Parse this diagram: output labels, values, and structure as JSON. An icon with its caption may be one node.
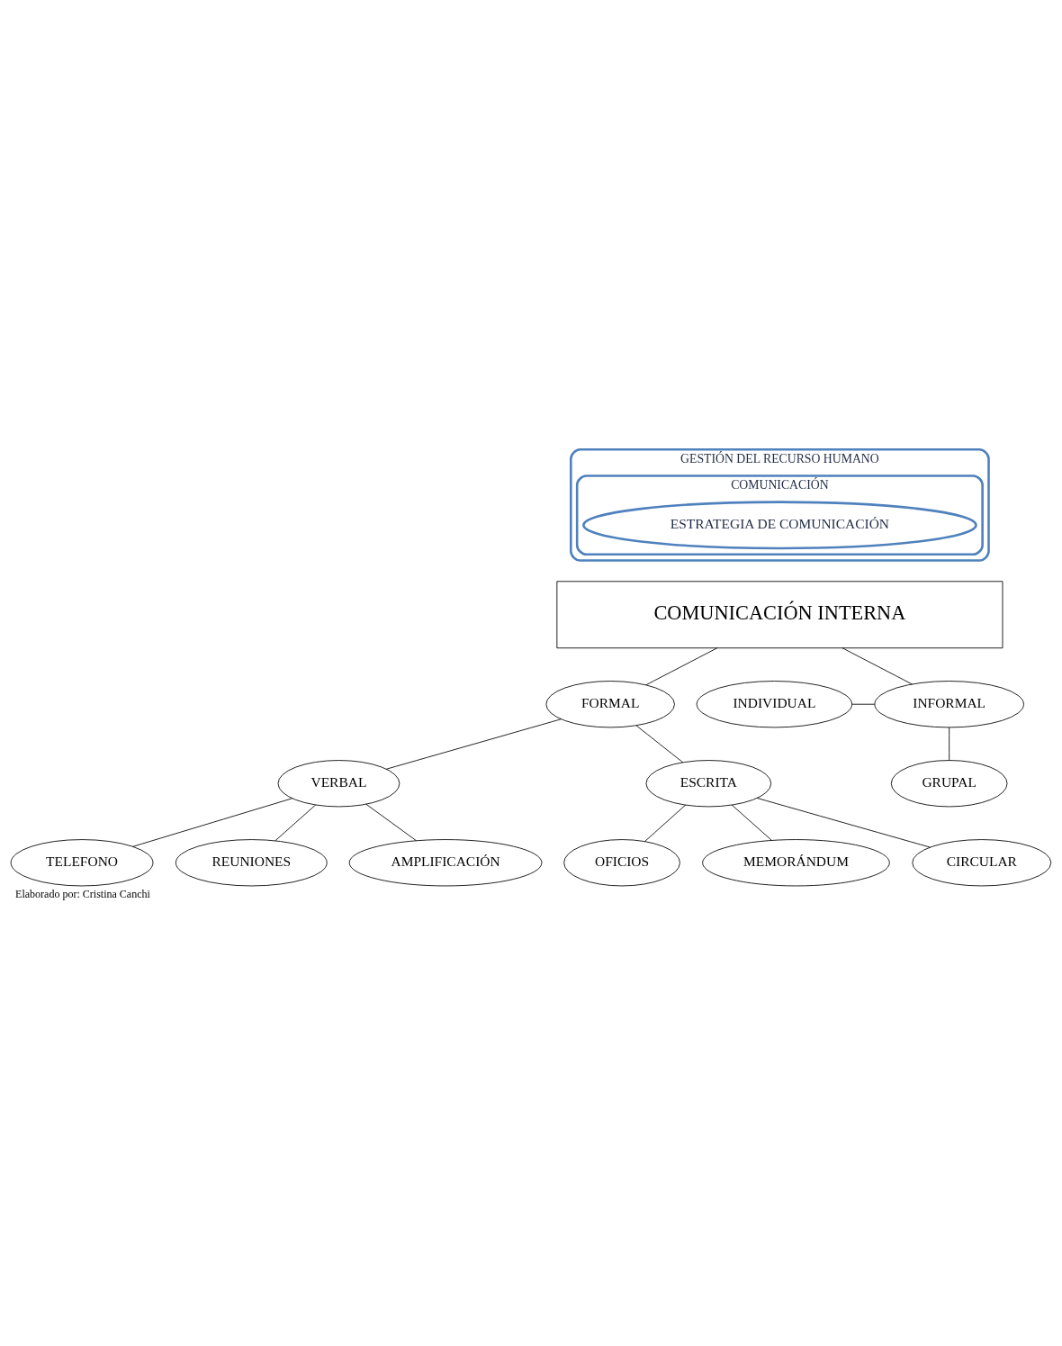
{
  "diagram": {
    "caption": "Elaborado por: Cristina Canchi",
    "nodes": [
      {
        "text": [
          "GESTIÓN DEL RECURSO HUMANO"
        ]
      },
      {
        "text": [
          "COMUNICACIÓN"
        ],
        "in": 0
      },
      {
        "text": [
          "ESTRATEGIA DE COMUNICACIÓN"
        ],
        "in": 1
      },
      {
        "text": [
          "COMUNICACIÓN INTERNA"
        ]
      },
      {
        "text": [
          "FORMAL"
        ]
      },
      {
        "text": [
          "INDIVIDUAL"
        ]
      },
      {
        "text": [
          "INFORMAL"
        ]
      },
      {
        "text": [
          "GRUPAL"
        ]
      },
      {
        "text": [
          "VERBAL"
        ]
      },
      {
        "text": [
          "ESCRITA"
        ]
      },
      {
        "text": [
          "TELEFONO"
        ]
      },
      {
        "text": [
          "REUNIONES"
        ]
      },
      {
        "text": [
          "AMPLIFICACIÓN"
        ]
      },
      {
        "text": [
          "OFICIOS"
        ]
      },
      {
        "text": [
          "MEMORÁNDUM"
        ]
      },
      {
        "text": [
          "CIRCULAR"
        ]
      }
    ],
    "edges": [
      {
        "from": 3,
        "to": 4,
        "arrow": "none"
      },
      {
        "from": 3,
        "to": 6,
        "arrow": "none"
      },
      {
        "from": 5,
        "to": 6,
        "arrow": "none"
      },
      {
        "from": 6,
        "to": 7,
        "arrow": "none"
      },
      {
        "from": 4,
        "to": 8,
        "arrow": "none"
      },
      {
        "from": 4,
        "to": 9,
        "arrow": "none"
      },
      {
        "from": 8,
        "to": 10,
        "arrow": "none"
      },
      {
        "from": 8,
        "to": 11,
        "arrow": "none"
      },
      {
        "from": 8,
        "to": 12,
        "arrow": "none"
      },
      {
        "from": 9,
        "to": 13,
        "arrow": "none"
      },
      {
        "from": 9,
        "to": 14,
        "arrow": "none"
      },
      {
        "from": 9,
        "to": 15,
        "arrow": "none"
      }
    ]
  }
}
